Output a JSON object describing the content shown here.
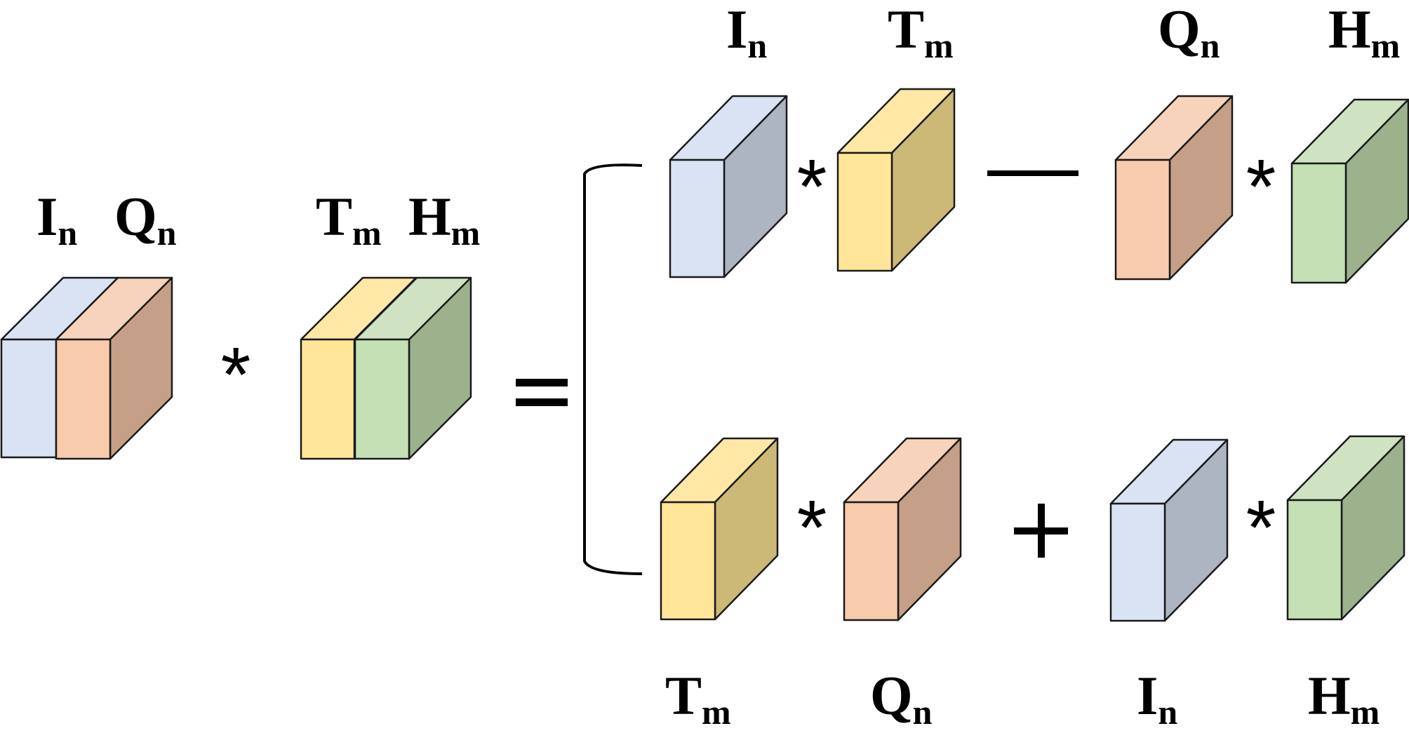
{
  "colors": {
    "blue": {
      "front": "#dae3f3",
      "top": "#dae3f3",
      "side": "#adb4c2"
    },
    "orange": {
      "front": "#f8cbad",
      "top": "#f8d3bb",
      "side": "#c59f87"
    },
    "yellow": {
      "front": "#ffe699",
      "top": "#ffe8a6",
      "side": "#ccb877"
    },
    "green": {
      "front": "#c5e0b4",
      "top": "#cfe3c2",
      "side": "#9cb28d"
    },
    "stroke": "#1a1a1a"
  },
  "left": {
    "labels": [
      {
        "base": "I",
        "sub": "n"
      },
      {
        "base": "Q",
        "sub": "n"
      },
      {
        "base": "T",
        "sub": "m"
      },
      {
        "base": "H",
        "sub": "m"
      }
    ],
    "multiply": "*",
    "equals": "="
  },
  "top_row": {
    "labels": [
      {
        "base": "I",
        "sub": "n"
      },
      {
        "base": "T",
        "sub": "m"
      },
      {
        "base": "Q",
        "sub": "n"
      },
      {
        "base": "H",
        "sub": "m"
      }
    ],
    "multiply_1": "*",
    "operator": "—",
    "multiply_2": "*"
  },
  "bottom_row": {
    "labels": [
      {
        "base": "T",
        "sub": "m"
      },
      {
        "base": "Q",
        "sub": "n"
      },
      {
        "base": "I",
        "sub": "n"
      },
      {
        "base": "H",
        "sub": "m"
      }
    ],
    "multiply_1": "*",
    "operator": "+",
    "multiply_2": "*"
  }
}
